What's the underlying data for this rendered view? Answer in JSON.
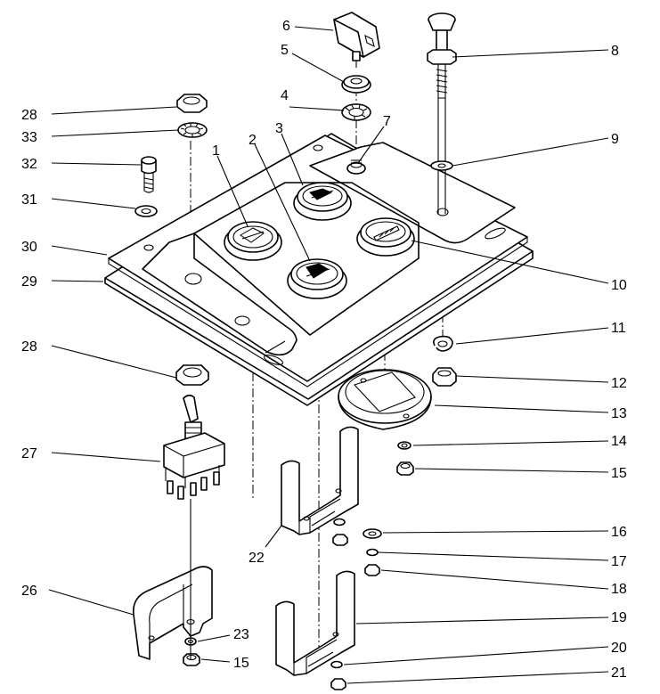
{
  "callouts": [
    {
      "id": "1",
      "label": "1"
    },
    {
      "id": "2",
      "label": "2"
    },
    {
      "id": "3",
      "label": "3"
    },
    {
      "id": "4",
      "label": "4"
    },
    {
      "id": "5",
      "label": "5"
    },
    {
      "id": "6",
      "label": "6"
    },
    {
      "id": "7",
      "label": "7"
    },
    {
      "id": "8",
      "label": "8"
    },
    {
      "id": "9",
      "label": "9"
    },
    {
      "id": "10",
      "label": "10"
    },
    {
      "id": "11",
      "label": "11"
    },
    {
      "id": "12",
      "label": "12"
    },
    {
      "id": "13",
      "label": "13"
    },
    {
      "id": "14",
      "label": "14"
    },
    {
      "id": "15a",
      "label": "15"
    },
    {
      "id": "16",
      "label": "16"
    },
    {
      "id": "17",
      "label": "17"
    },
    {
      "id": "18",
      "label": "18"
    },
    {
      "id": "19",
      "label": "19"
    },
    {
      "id": "20",
      "label": "20"
    },
    {
      "id": "21",
      "label": "21"
    },
    {
      "id": "22",
      "label": "22"
    },
    {
      "id": "23",
      "label": "23"
    },
    {
      "id": "15b",
      "label": "15"
    },
    {
      "id": "26",
      "label": "26"
    },
    {
      "id": "27",
      "label": "27"
    },
    {
      "id": "28a",
      "label": "28"
    },
    {
      "id": "28b",
      "label": "28"
    },
    {
      "id": "29",
      "label": "29"
    },
    {
      "id": "30",
      "label": "30"
    },
    {
      "id": "31",
      "label": "31"
    },
    {
      "id": "32",
      "label": "32"
    },
    {
      "id": "33",
      "label": "33"
    }
  ],
  "colors": {
    "line": "#000000",
    "background": "#ffffff"
  }
}
